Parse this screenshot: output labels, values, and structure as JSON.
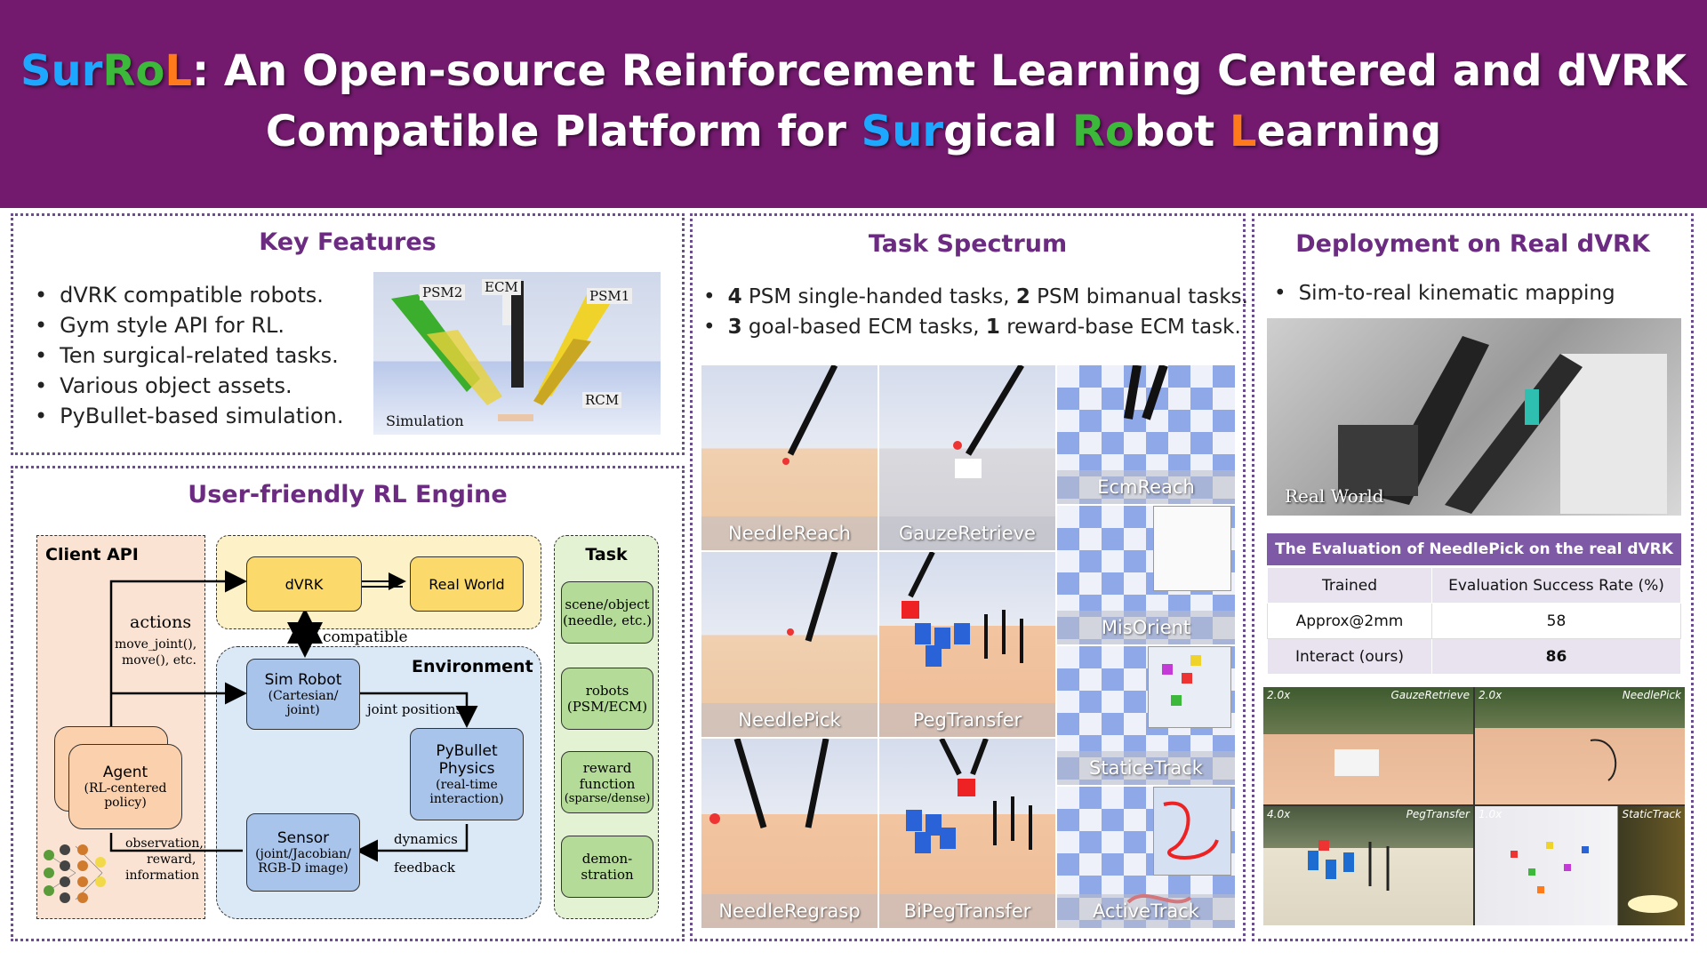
{
  "banner": {
    "sur": "Sur",
    "ro": "Ro",
    "l": "L",
    "line1_rest": ": An Open-source Reinforcement Learning Centered and dVRK",
    "line2_pre": "Compatible Platform for ",
    "w_sur": "Sur",
    "w_gical": "gical ",
    "w_ro": "Ro",
    "w_bot": "bot ",
    "w_l": "L",
    "w_earning": "earning"
  },
  "key_features": {
    "title": "Key Features",
    "bullets": [
      "dVRK compatible robots.",
      "Gym style API for RL.",
      "Ten surgical-related tasks.",
      "Various object assets.",
      "PyBullet-based simulation."
    ],
    "image_labels": {
      "psm2": "PSM2",
      "ecm": "ECM",
      "psm1": "PSM1",
      "rcm": "RCM",
      "sim": "Simulation"
    }
  },
  "rl_engine": {
    "title": "User-friendly RL Engine",
    "client_api": "Client API",
    "task": "Task",
    "dvrk": "dVRK",
    "real_world": "Real World",
    "compatible": "compatible",
    "environment": "Environment",
    "actions": "actions",
    "actions_fn1": "move_joint(),",
    "actions_fn2": "move(), etc.",
    "sim_robot": "Sim Robot",
    "sim_robot_sub1": "(Cartesian/",
    "sim_robot_sub2": "joint)",
    "joint_positions": "joint positions",
    "pybullet1": "PyBullet",
    "pybullet2": "Physics",
    "pybullet3": "(real-time",
    "pybullet4": "interaction)",
    "agent": "Agent",
    "agent_sub1": "(RL-centered",
    "agent_sub2": "policy)",
    "sensor": "Sensor",
    "sensor_sub1": "(joint/Jacobian/",
    "sensor_sub2": "RGB-D image)",
    "dynamics": "dynamics",
    "feedback": "feedback",
    "obs1": "observation,",
    "obs2": "reward,",
    "obs3": "information",
    "task_items": [
      {
        "a": "scene/object",
        "b": "(needle, etc.)"
      },
      {
        "a": "robots",
        "b": "(PSM/ECM)"
      },
      {
        "a": "reward",
        "b": "function",
        "c": "(sparse/dense)"
      },
      {
        "a": "demon-",
        "b": "stration"
      }
    ]
  },
  "task_spectrum": {
    "title": "Task Spectrum",
    "b1_n1": "4",
    "b1_t1": " PSM single-handed tasks, ",
    "b1_n2": "2",
    "b1_t2": " PSM bimanual tasks.",
    "b2_n1": "3",
    "b2_t1": " goal-based ECM tasks, ",
    "b2_n2": "1",
    "b2_t2": " reward-base ECM task.",
    "tasks": [
      "NeedleReach",
      "GauzeRetrieve",
      "EcmReach",
      "NeedlePick",
      "PegTransfer",
      "MisOrient",
      "StaticeTrack",
      "NeedleRegrasp",
      "BiPegTransfer",
      "ActiveTrack"
    ]
  },
  "deployment": {
    "title": "Deployment on Real dVRK",
    "bullet": "Sim-to-real kinematic mapping",
    "real_world": "Real World",
    "table": {
      "title": "The Evaluation of NeedlePick on the real dVRK",
      "headers": [
        "Trained",
        "Evaluation Success Rate (%)"
      ],
      "rows": [
        [
          "Approx@2mm",
          "58"
        ],
        [
          "Interact (ours)",
          "86"
        ]
      ]
    },
    "videos": [
      {
        "speed": "2.0x",
        "name": "GauzeRetrieve"
      },
      {
        "speed": "2.0x",
        "name": "NeedlePick"
      },
      {
        "speed": "4.0x",
        "name": "PegTransfer"
      },
      {
        "speed": "1.0x",
        "name": "StaticTrack"
      }
    ]
  },
  "colors": {
    "banner": "#731a6e",
    "title": "#6b2b80",
    "table_header": "#7e5aa6"
  }
}
